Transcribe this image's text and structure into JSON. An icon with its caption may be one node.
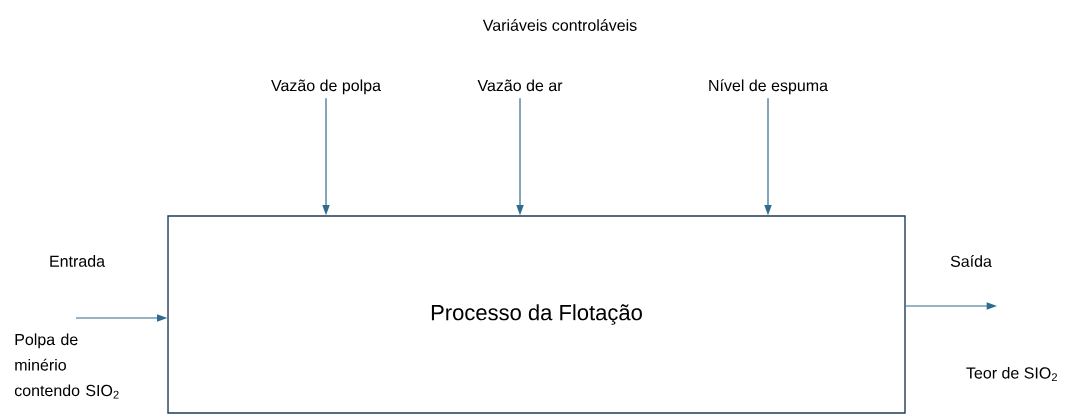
{
  "diagram": {
    "nodes": [
      {
        "text": [
          "Processo da Flotação"
        ]
      },
      {
        "text": [
          "Vazão de polpa"
        ]
      },
      {
        "text": [
          "Vazão de ar"
        ]
      },
      {
        "text": [
          "Nível de espuma"
        ]
      }
    ],
    "edges": [
      {
        "from": 1,
        "to": 0,
        "arrow": "to"
      },
      {
        "from": 2,
        "to": 0,
        "arrow": "to"
      },
      {
        "from": 3,
        "to": 0,
        "arrow": "to"
      },
      {
        "from": null,
        "to": 0,
        "arrow": "to"
      },
      {
        "from": 0,
        "to": null,
        "arrow": "to"
      }
    ],
    "labels": [
      "Variáveis controláveis",
      "Entrada",
      "Polpa de minério contendo SIO$_{2}$",
      "Saída",
      "Teor de SIO$_{2}$"
    ]
  }
}
